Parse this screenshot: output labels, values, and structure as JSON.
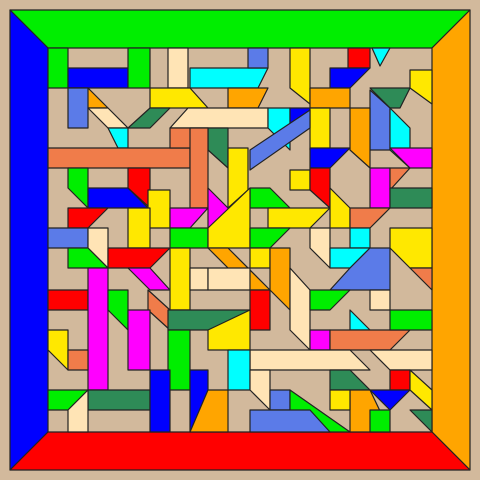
{
  "puzzle": {
    "colors": {
      "background": "#d2b99c",
      "tan": "#ddc8a6",
      "green": "#00ee00",
      "blue": "#0000ff",
      "orange": "#ffa500",
      "red": "#ff0000",
      "yellow": "#ffe800",
      "cyan": "#00ffff",
      "magenta": "#ff00ff",
      "dark_green": "#2e8b57",
      "coral": "#f07c4a",
      "cornflower": "#5b7be8",
      "moccasin": "#ffe4b5"
    },
    "frame": {
      "top": "green",
      "left": "blue",
      "right": "orange",
      "bottom": "red"
    },
    "piece_count": 120
  }
}
